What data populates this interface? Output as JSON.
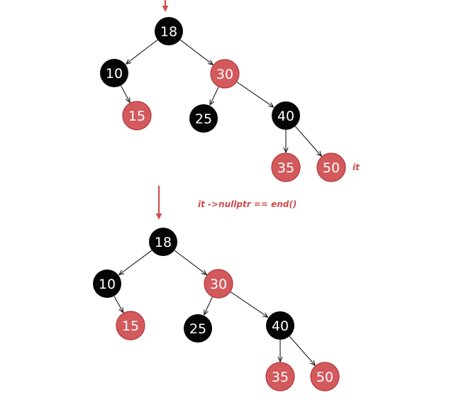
{
  "colors": {
    "black_node": "#050505",
    "red_node": "#d35a5c",
    "red_node_stroke": "#b3363a",
    "edge": "#1a1a1a",
    "accent_arrow": "#d04c4e",
    "annotation": "#d04c4e"
  },
  "annotations": {
    "iterator_label": "it",
    "end_comparison": "it ->nullptr == end()"
  },
  "trees": [
    {
      "name": "tree-before",
      "nodes": [
        {
          "id": "18",
          "label": "18",
          "color": "black"
        },
        {
          "id": "10",
          "label": "10",
          "color": "black"
        },
        {
          "id": "30",
          "label": "30",
          "color": "red"
        },
        {
          "id": "15",
          "label": "15",
          "color": "red"
        },
        {
          "id": "25",
          "label": "25",
          "color": "black"
        },
        {
          "id": "40",
          "label": "40",
          "color": "black"
        },
        {
          "id": "35",
          "label": "35",
          "color": "red"
        },
        {
          "id": "50",
          "label": "50",
          "color": "red"
        }
      ],
      "edges": [
        [
          "18",
          "10"
        ],
        [
          "18",
          "30"
        ],
        [
          "10",
          "15"
        ],
        [
          "30",
          "25"
        ],
        [
          "30",
          "40"
        ],
        [
          "40",
          "35"
        ],
        [
          "40",
          "50"
        ]
      ]
    },
    {
      "name": "tree-after",
      "nodes": [
        {
          "id": "18",
          "label": "18",
          "color": "black"
        },
        {
          "id": "10",
          "label": "10",
          "color": "black"
        },
        {
          "id": "30",
          "label": "30",
          "color": "red"
        },
        {
          "id": "15",
          "label": "15",
          "color": "red"
        },
        {
          "id": "25",
          "label": "25",
          "color": "black"
        },
        {
          "id": "40",
          "label": "40",
          "color": "black"
        },
        {
          "id": "35",
          "label": "35",
          "color": "red"
        },
        {
          "id": "50",
          "label": "50",
          "color": "red"
        }
      ],
      "edges": [
        [
          "18",
          "10"
        ],
        [
          "18",
          "30"
        ],
        [
          "10",
          "15"
        ],
        [
          "30",
          "25"
        ],
        [
          "30",
          "40"
        ],
        [
          "40",
          "35"
        ],
        [
          "40",
          "50"
        ]
      ]
    }
  ]
}
